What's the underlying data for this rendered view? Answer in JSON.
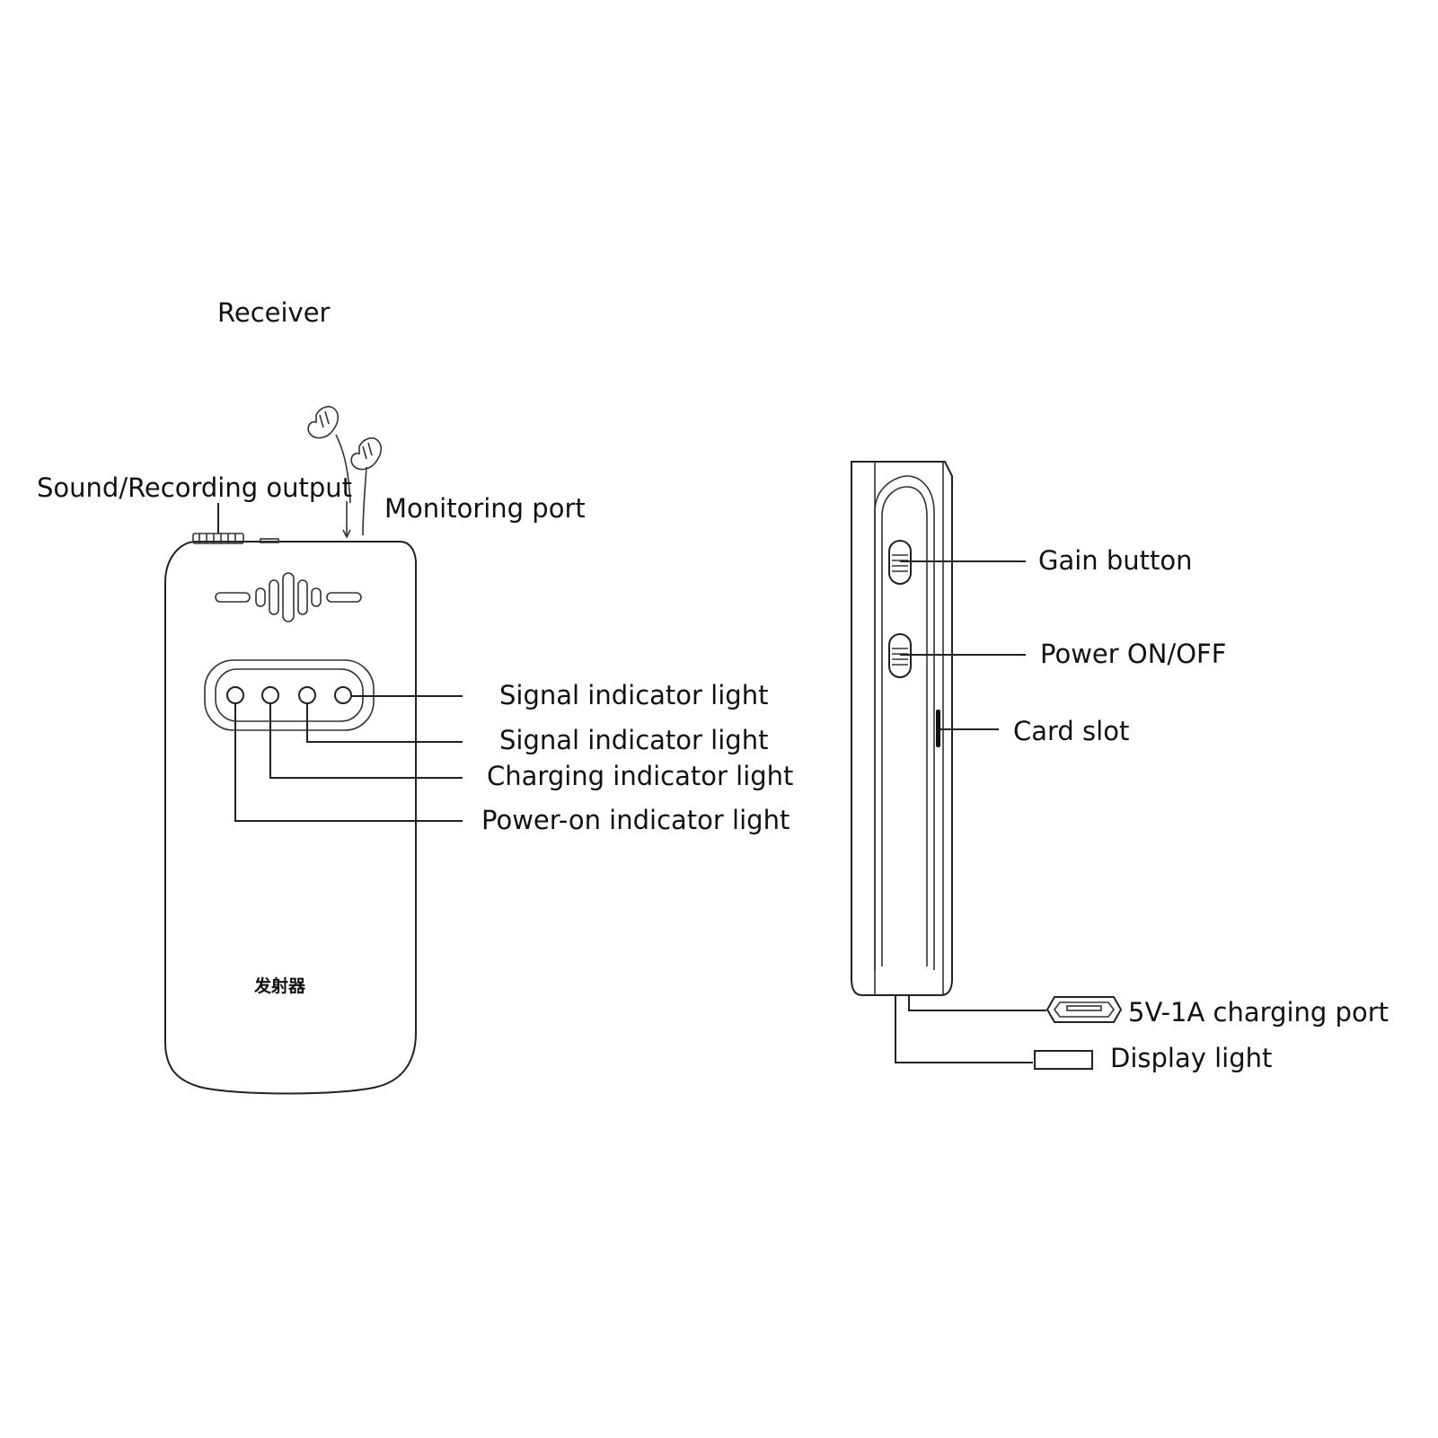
{
  "title": "Receiver",
  "front_view": {
    "device_text": "发射器",
    "labels": {
      "sound_output": "Sound/Recording output",
      "monitoring_port": "Monitoring port",
      "signal_light_1": "Signal indicator light",
      "signal_light_2": "Signal indicator light",
      "charging_light": "Charging indicator light",
      "power_on_light": "Power-on indicator light"
    }
  },
  "side_view": {
    "labels": {
      "gain_button": "Gain button",
      "power_switch": "Power ON/OFF",
      "card_slot": "Card slot",
      "charging_port": "5V-1A charging port",
      "display_light": "Display light"
    }
  }
}
